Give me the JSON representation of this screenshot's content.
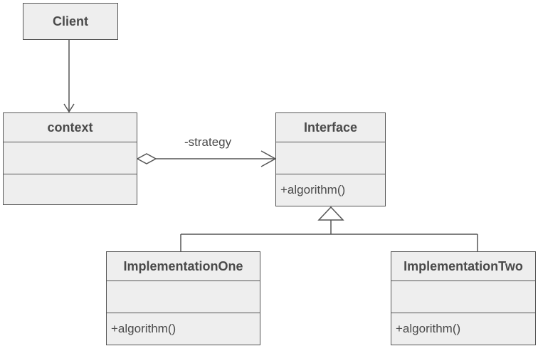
{
  "diagram": {
    "classes": {
      "client": {
        "name": "Client"
      },
      "context": {
        "name": "context",
        "attributes": "",
        "operations": ""
      },
      "interface": {
        "name": "Interface",
        "attributes": "",
        "operations": "+algorithm()"
      },
      "implementation_one": {
        "name": "ImplementationOne",
        "attributes": "",
        "operations": "+algorithm()"
      },
      "implementation_two": {
        "name": "ImplementationTwo",
        "attributes": "",
        "operations": "+algorithm()"
      }
    },
    "relations": {
      "strategy_label": "-strategy"
    },
    "colors": {
      "box_fill": "#eeeeee",
      "line": "#555555",
      "text": "#4a4a4a"
    }
  }
}
